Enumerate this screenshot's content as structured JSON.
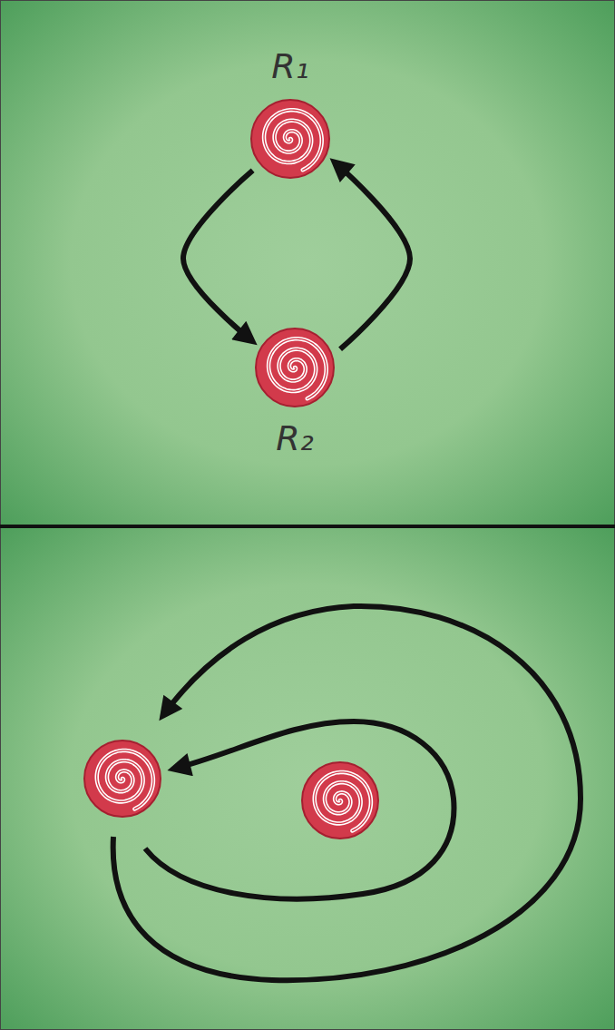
{
  "diagram": {
    "nodes": [
      {
        "text": [
          "R₁"
        ]
      },
      {
        "text": [
          "R₂"
        ]
      }
    ],
    "edges": [
      {
        "from": 0,
        "to": 1,
        "arrow": "to"
      },
      {
        "from": 1,
        "to": 0,
        "arrow": "to"
      }
    ]
  }
}
